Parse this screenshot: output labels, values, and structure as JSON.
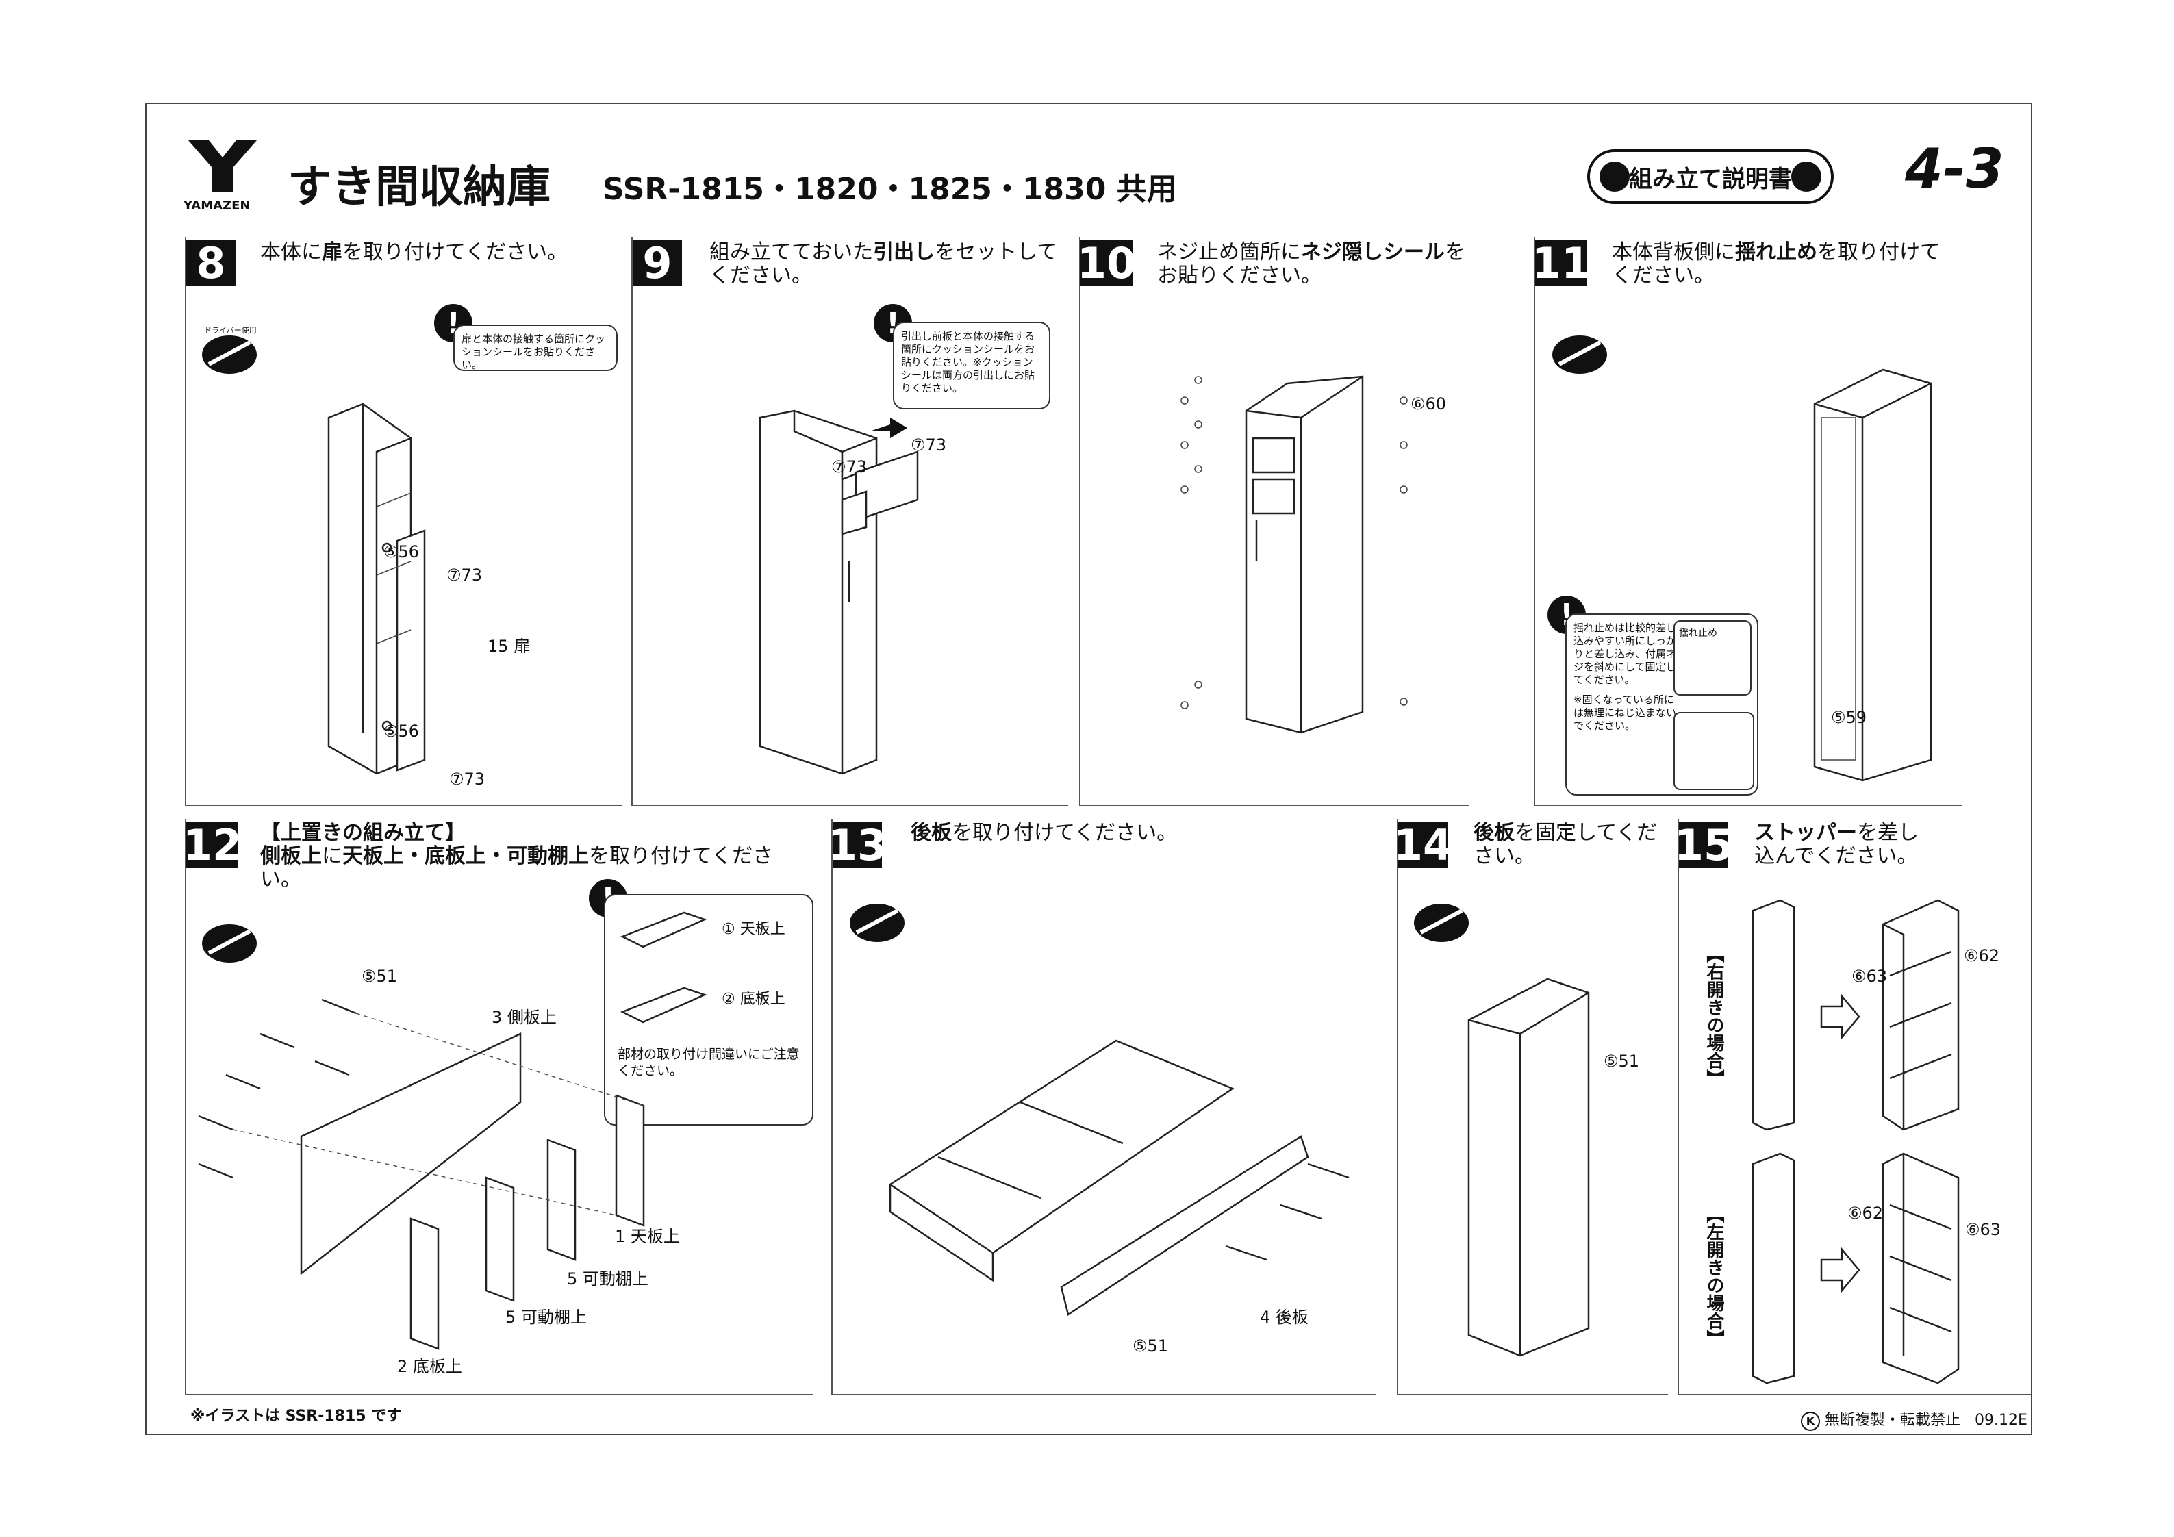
{
  "header": {
    "brand": "YAMAZEN",
    "title": "すき間収納庫",
    "models": "SSR-1815・1820・1825・1830 共用",
    "badge": "組み立て説明書",
    "page": "4-3"
  },
  "driver_label": "ドライバー使用",
  "steps": [
    {
      "num": "8",
      "text_a": "本体に",
      "text_b": "扉",
      "text_c": "を取り付けてください。",
      "note": "扉と本体の接触する箇所にクッションシールをお貼りください。",
      "labels": {
        "l56a": "56",
        "l56b": "56",
        "l73a": "73",
        "l73b": "73",
        "door": "15",
        "door_text": "扉"
      }
    },
    {
      "num": "9",
      "text_a": "組み立てておいた",
      "text_b": "引出し",
      "text_c": "をセットしてください。",
      "note": "引出し前板と本体の接触する箇所にクッションシールをお貼りください。※クッションシールは両方の引出しにお貼りください。",
      "labels": {
        "l73a": "73",
        "l73b": "73"
      }
    },
    {
      "num": "10",
      "text_a": "ネジ止め箇所に",
      "text_b": "ネジ隠しシール",
      "text_c": "をお貼りください。",
      "labels": {
        "l60": "60"
      }
    },
    {
      "num": "11",
      "text_a": "本体背板側に",
      "text_b": "揺れ止め",
      "text_c": "を取り付けてください。",
      "note": "揺れ止めは比較的差し込みやすい所にしっかりと差し込み、付属ネジを斜めにして固定してください。",
      "note2": "※固くなっている所には無理にねじ込まないでください。",
      "inset_label": "揺れ止め",
      "labels": {
        "l59": "59"
      }
    },
    {
      "num": "12",
      "heading": "【上置きの組み立て】",
      "text_a": "側板上",
      "text_b": "に",
      "text_c": "天板上・底板上・可動棚上",
      "text_d": "を取り付けてください。",
      "note": "部材の取り付け間違いにご注意ください。",
      "parts": [
        {
          "n": "1",
          "name": "天板上"
        },
        {
          "n": "2",
          "name": "底板上"
        }
      ],
      "labels": {
        "l51": "51",
        "side": "3",
        "side_text": "側板上",
        "top": "1",
        "top_text": "天板上",
        "shelf1": "5",
        "shelf1_text": "可動棚上",
        "shelf2": "5",
        "shelf2_text": "可動棚上",
        "bottom": "2",
        "bottom_text": "底板上"
      }
    },
    {
      "num": "13",
      "text_b": "後板",
      "text_c": "を取り付けてください。",
      "labels": {
        "l51": "51",
        "back": "4",
        "back_text": "後板"
      }
    },
    {
      "num": "14",
      "text_b": "後板",
      "text_c": "を固定してください。",
      "labels": {
        "l51": "51"
      }
    },
    {
      "num": "15",
      "text_b": "ストッパー",
      "text_c": "を差し込んでください。",
      "right_open": "【右開きの場合】",
      "left_open": "【左開きの場合】",
      "labels": {
        "r63": "63",
        "r62": "62",
        "l62": "62",
        "l63": "63"
      }
    }
  ],
  "footer": {
    "note": "※イラストは SSR-1815 です",
    "copyright_mark": "K",
    "copyright": "無断複製・転載禁止",
    "code": "09.12E"
  }
}
